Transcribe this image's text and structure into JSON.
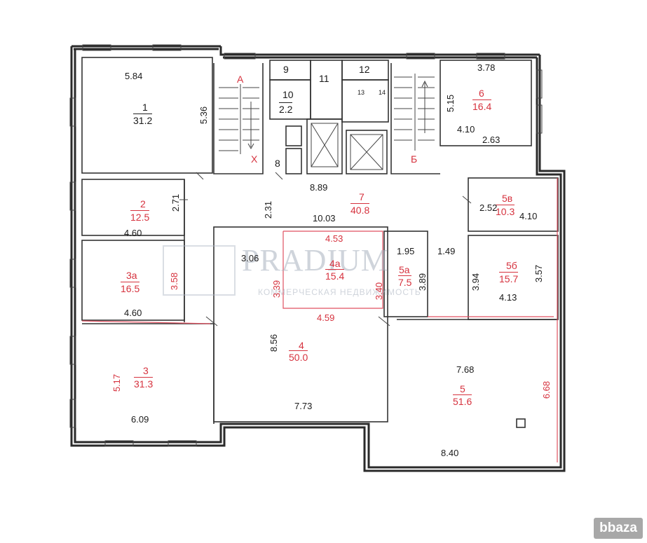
{
  "rooms": {
    "r1": {
      "num": "1",
      "area": "31.2"
    },
    "r2": {
      "num": "2",
      "area": "12.5"
    },
    "r3a": {
      "num": "3а",
      "area": "16.5"
    },
    "r3": {
      "num": "3",
      "area": "31.3"
    },
    "r4": {
      "num": "4",
      "area": "50.0"
    },
    "r4a": {
      "num": "4а",
      "area": "15.4"
    },
    "r5a": {
      "num": "5а",
      "area": "7.5"
    },
    "r5v": {
      "num": "5в",
      "area": "10.3"
    },
    "r5b": {
      "num": "5б",
      "area": "15.7"
    },
    "r5": {
      "num": "5",
      "area": "51.6"
    },
    "r6": {
      "num": "6",
      "area": "16.4"
    },
    "r7": {
      "num": "7",
      "area": "40.8"
    },
    "r9": {
      "num": "9"
    },
    "r10": {
      "num": "10",
      "area": "2.2"
    },
    "r11": {
      "num": "11"
    },
    "r12": {
      "num": "12"
    },
    "r13": {
      "num": "13"
    },
    "r14": {
      "num": "14"
    },
    "r8": {
      "num": "8"
    }
  },
  "stair_labels": {
    "a": "А",
    "x": "Х",
    "b": "Б"
  },
  "dims": {
    "d584": "5.84",
    "d536": "5.36",
    "d271": "2.71",
    "d460a": "4.60",
    "d358": "3.58",
    "d460b": "4.60",
    "d517": "5.17",
    "d609": "6.09",
    "d889": "8.89",
    "d231": "2.31",
    "d1003": "10.03",
    "d306": "3.06",
    "d339": "3.39",
    "d453": "4.53",
    "d340": "3.40",
    "d459": "4.59",
    "d856": "8.56",
    "d773": "7.73",
    "d195": "1.95",
    "d149": "1.49",
    "d389": "3.89",
    "d394": "3.94",
    "d357": "3.57",
    "d413": "4.13",
    "d252": "2.52",
    "d410a": "4.10",
    "d378": "3.78",
    "d515": "5.15",
    "d410b": "4.10",
    "d263": "2.63",
    "d768": "7.68",
    "d668": "6.68",
    "d840": "8.40"
  },
  "watermark": {
    "title": "PRADIUM",
    "subtitle": "КОММЕРЧЕСКАЯ НЕДВИЖИМОСТЬ"
  },
  "corner_logo": "bbaza"
}
